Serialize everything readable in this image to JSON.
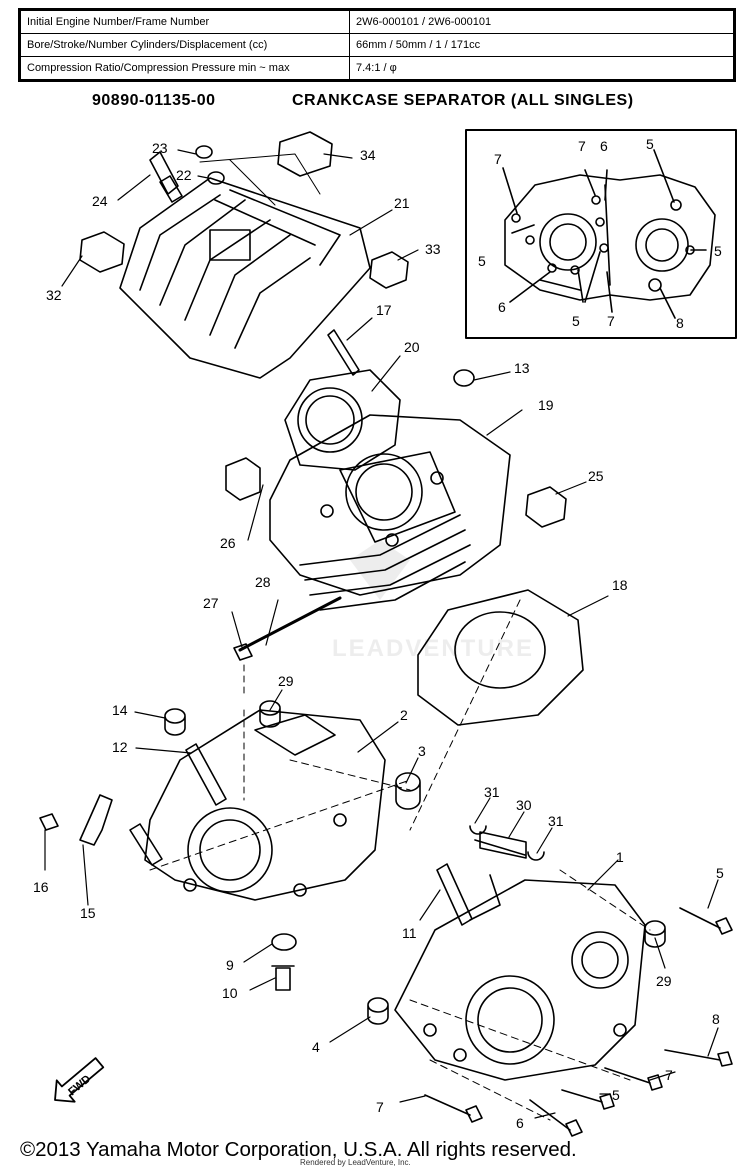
{
  "spec_table": [
    {
      "label": "Initial Engine Number/Frame Number",
      "value": "2W6-000101 / 2W6-000101"
    },
    {
      "label": "Bore/Stroke/Number Cylinders/Displacement (cc)",
      "value": "66mm / 50mm / 1 / 171cc"
    },
    {
      "label": "Compression Ratio/Compression Pressure min ~ max",
      "value": "7.4:1 / φ"
    }
  ],
  "header": {
    "tool_number": "90890-01135-00",
    "tool_name": "CRANKCASE SEPARATOR (ALL SINGLES)"
  },
  "callouts": [
    "23",
    "34",
    "22",
    "24",
    "21",
    "33",
    "32",
    "17",
    "20",
    "13",
    "19",
    "26",
    "25",
    "28",
    "27",
    "18",
    "29",
    "14",
    "2",
    "12",
    "3",
    "31",
    "30",
    "31",
    "1",
    "16",
    "15",
    "11",
    "5",
    "29",
    "9",
    "10",
    "8",
    "4",
    "7",
    "5",
    "6",
    "7"
  ],
  "inset_callouts": [
    "7",
    "7",
    "6",
    "5",
    "5",
    "5",
    "6",
    "5",
    "7",
    "8"
  ],
  "fwd_label": "FWD",
  "watermark": "LEADVENTURE",
  "copyright": "©2013 Yamaha Motor Corporation, U.S.A. All rights reserved.",
  "rendered_by": "Rendered by LeadVenture, Inc."
}
